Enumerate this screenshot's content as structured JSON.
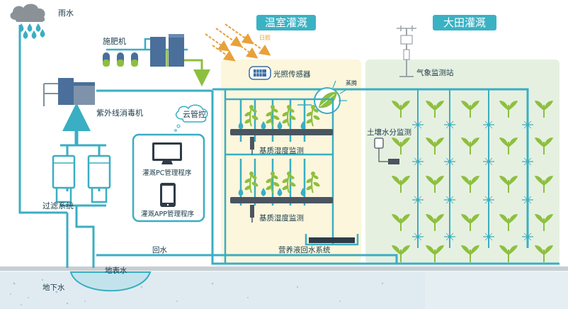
{
  "labels": {
    "rain": "雨水",
    "fertilizer": "施肥机",
    "uv": "紫外线消毒机",
    "filter": "过滤系统",
    "cloud": "云管控",
    "pc": "灌溉PC管理程序",
    "app": "灌溉APP管理程序",
    "greenhouse": "温室灌溉",
    "field": "大田灌溉",
    "sunlight": "日照",
    "light_sensor": "光照传感器",
    "evaporation": "蒸腾",
    "weather": "气象监测站",
    "substrate_1": "基质湿度监测",
    "substrate_2": "基质湿度监测",
    "soil": "土壤水分监测",
    "nutrient": "营养液回水系统",
    "return_water": "回水",
    "surface_water": "地表水",
    "ground_water": "地下水"
  },
  "colors": {
    "pipe": "#3aaec2",
    "plant": "#8dbf3f",
    "machine": "#4a6f9a",
    "greenhouse_bg": "#fbf6dc",
    "field_bg": "#e6f0e0",
    "title_bg": "#3ab2c4",
    "arrow_sun": "#e8a13a"
  },
  "icons": [
    "rain-cloud-icon",
    "sun-arrow-icon",
    "light-sensor-icon",
    "leaf-icon",
    "monitor-icon",
    "phone-icon",
    "weather-station-icon",
    "soil-probe-icon",
    "sprinkler-icon"
  ]
}
